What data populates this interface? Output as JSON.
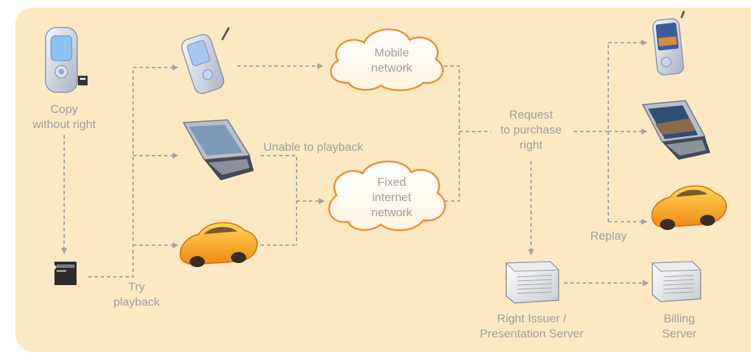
{
  "labels": {
    "copy": [
      "Copy",
      "without right"
    ],
    "try": [
      "Try",
      "playback"
    ],
    "unable": "Unable to playback",
    "mobile_network": [
      "Mobile",
      "network"
    ],
    "fixed_network": [
      "Fixed",
      "internet",
      "network"
    ],
    "request": [
      "Request",
      "to purchase",
      "right"
    ],
    "replay": "Replay",
    "rights_issuer": [
      "Right Issuer /",
      "Presentation Server"
    ],
    "billing": [
      "Billing",
      "Server"
    ]
  },
  "colors": {
    "panel": "#fce9c4",
    "text": "#9d9d9d",
    "arrow": "#a4a4a4",
    "cloud_stroke": "#ee8a2e",
    "car_body": "#f6a21e"
  }
}
